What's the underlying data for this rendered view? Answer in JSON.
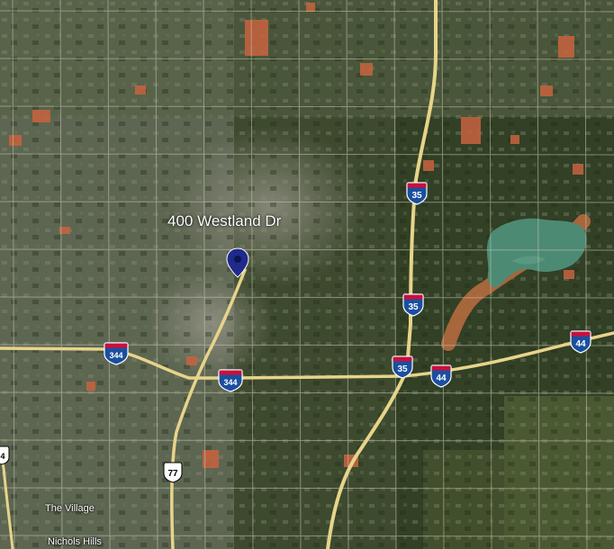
{
  "map": {
    "address_label": "400 Westland Dr",
    "place_labels": {
      "the_village": "The Village",
      "nichols_hills": "Nichols Hills"
    },
    "shields": {
      "i35_north": "35",
      "i35_mid": "35",
      "i35_south": "35",
      "i44_east": "44",
      "i44_junction": "44",
      "i344_west": "344",
      "i344_east": "344",
      "us77": "77",
      "edge": "4"
    },
    "icons": {
      "marker": "location-pin-icon"
    },
    "colors": {
      "marker": "#1f2a8c",
      "interstate_blue": "#1a4fa0",
      "interstate_red": "#c8102e",
      "highway": "#e7d48a",
      "lake": "#4d8a73"
    }
  }
}
